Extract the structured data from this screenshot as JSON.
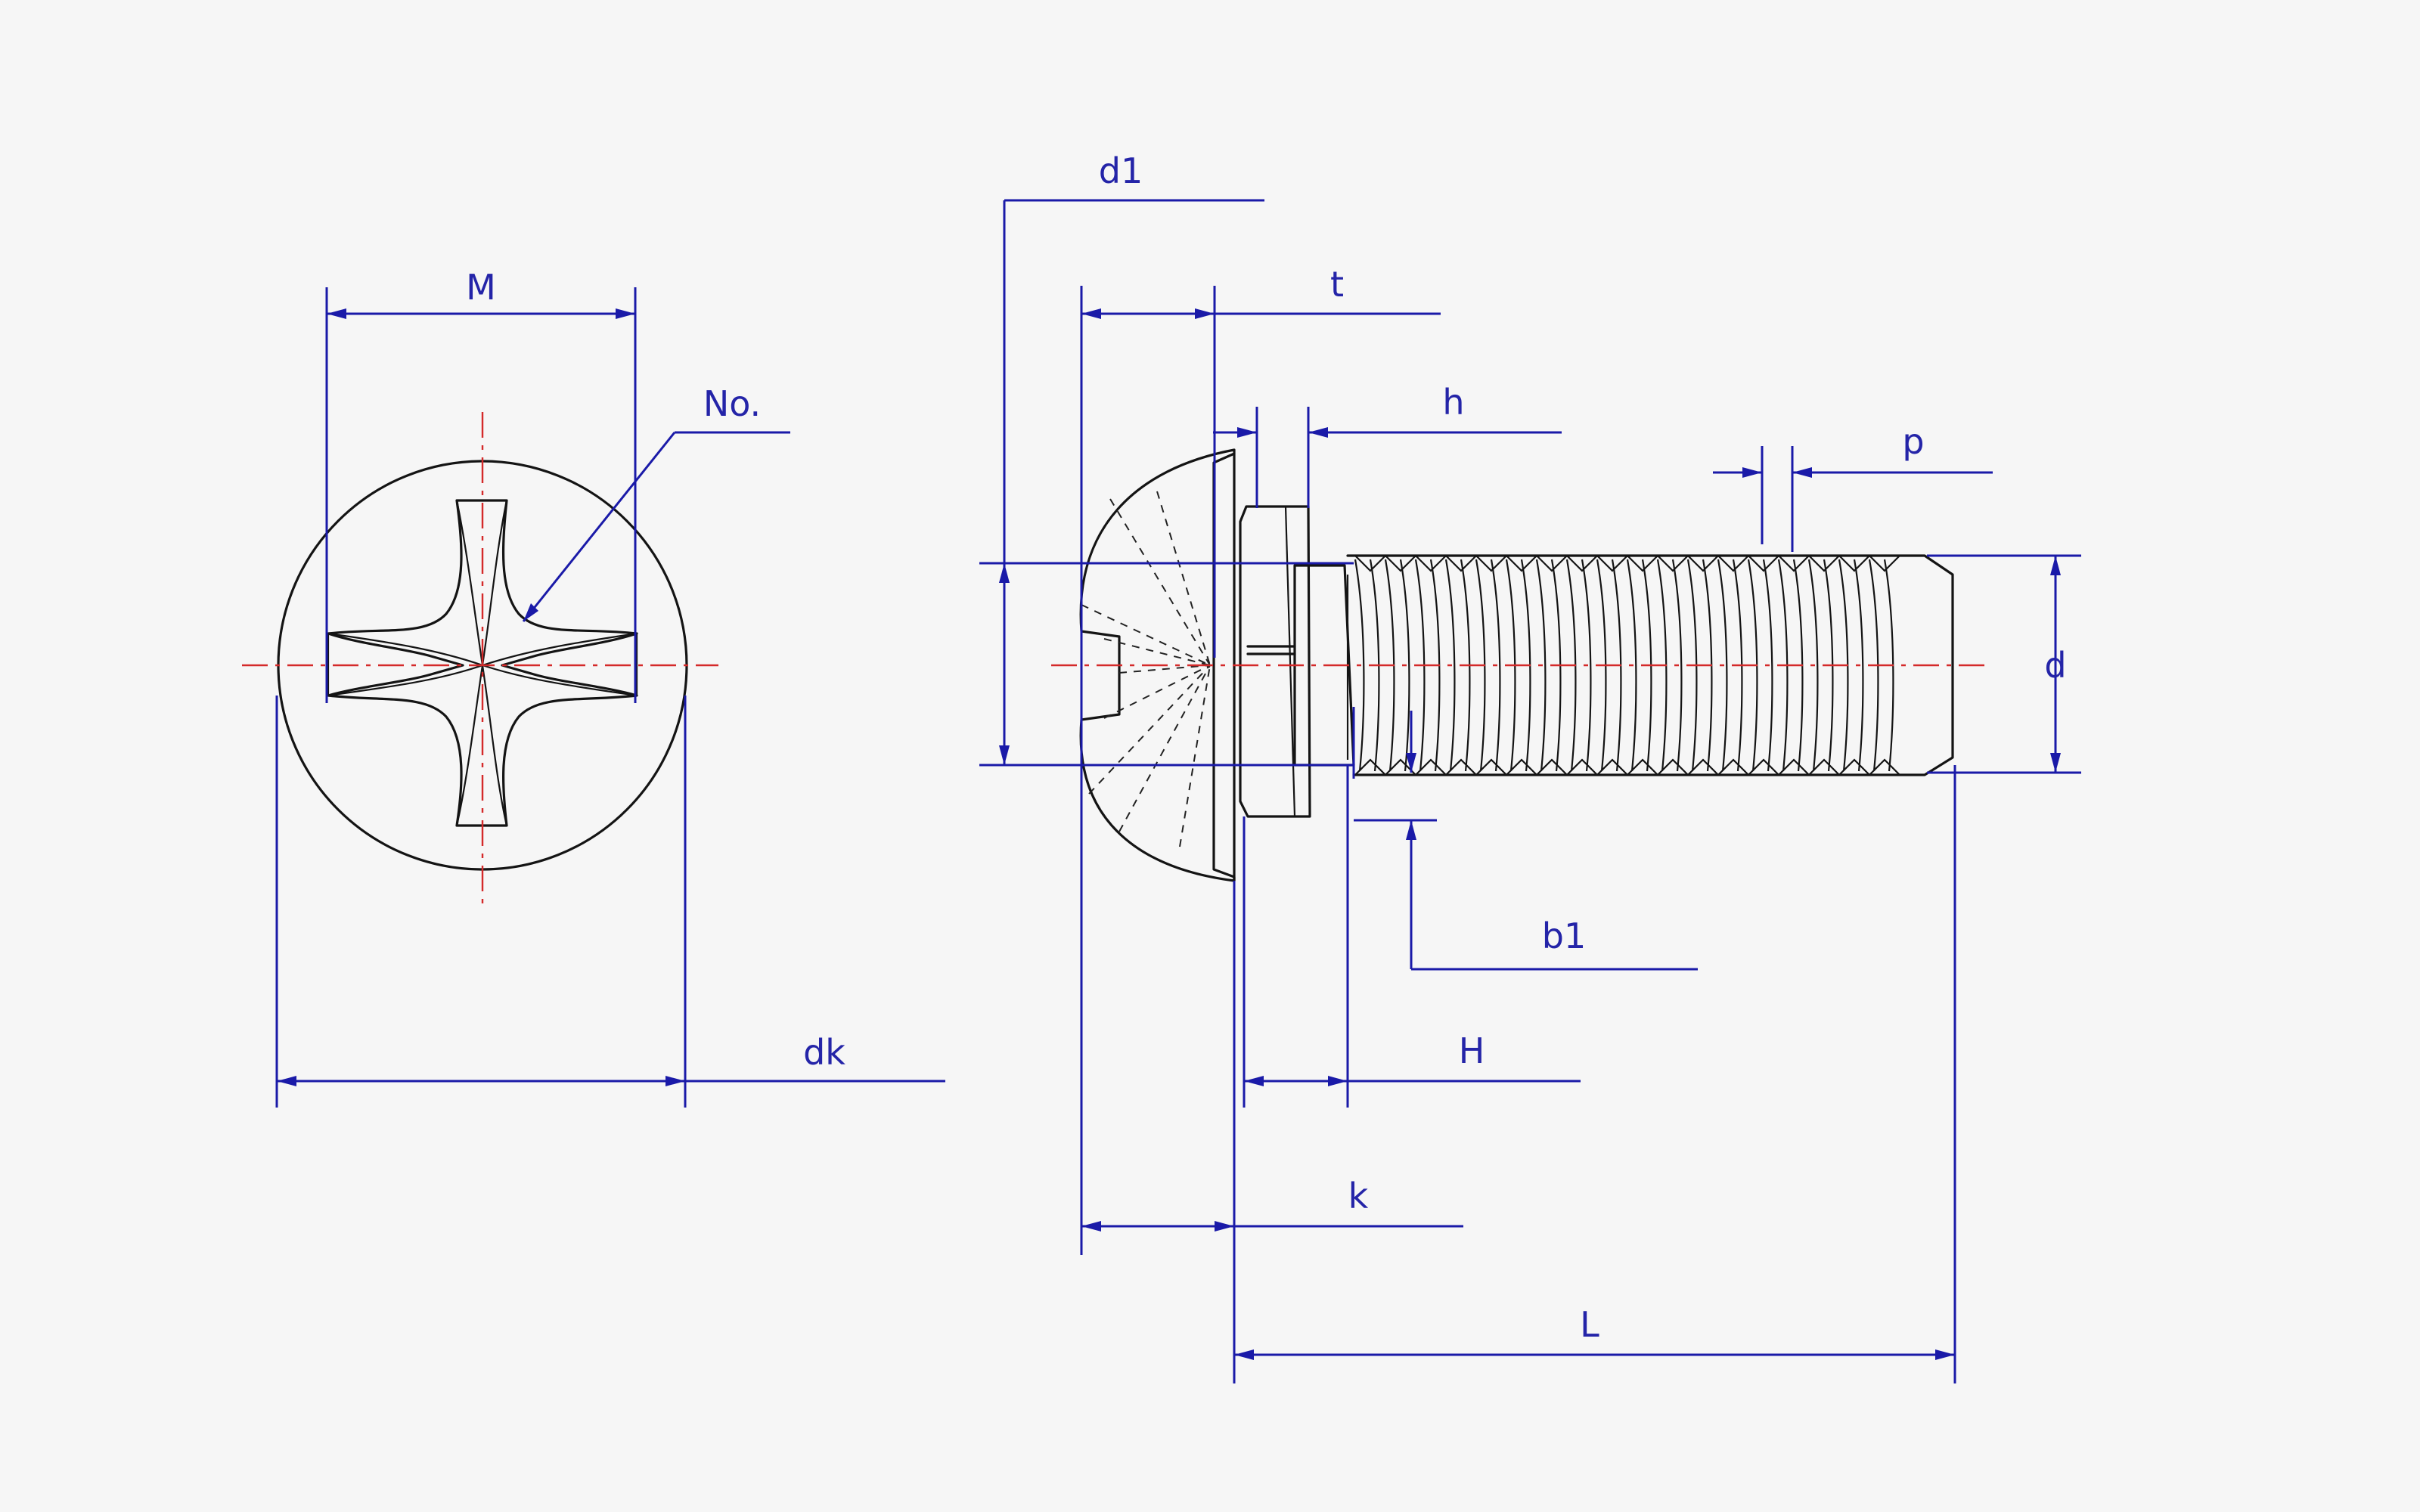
{
  "labels": {
    "M": "M",
    "No": "No.",
    "dk": "dk",
    "d1": "d1",
    "t": "t",
    "h": "h",
    "p": "p",
    "d": "d",
    "b1": "b1",
    "H": "H",
    "k": "k",
    "L": "L"
  },
  "colors": {
    "dimension": "#1a1aa8",
    "label": "#2424a8",
    "outline": "#141414",
    "centerline": "#d42a2a",
    "background": "#f6f6f6"
  }
}
